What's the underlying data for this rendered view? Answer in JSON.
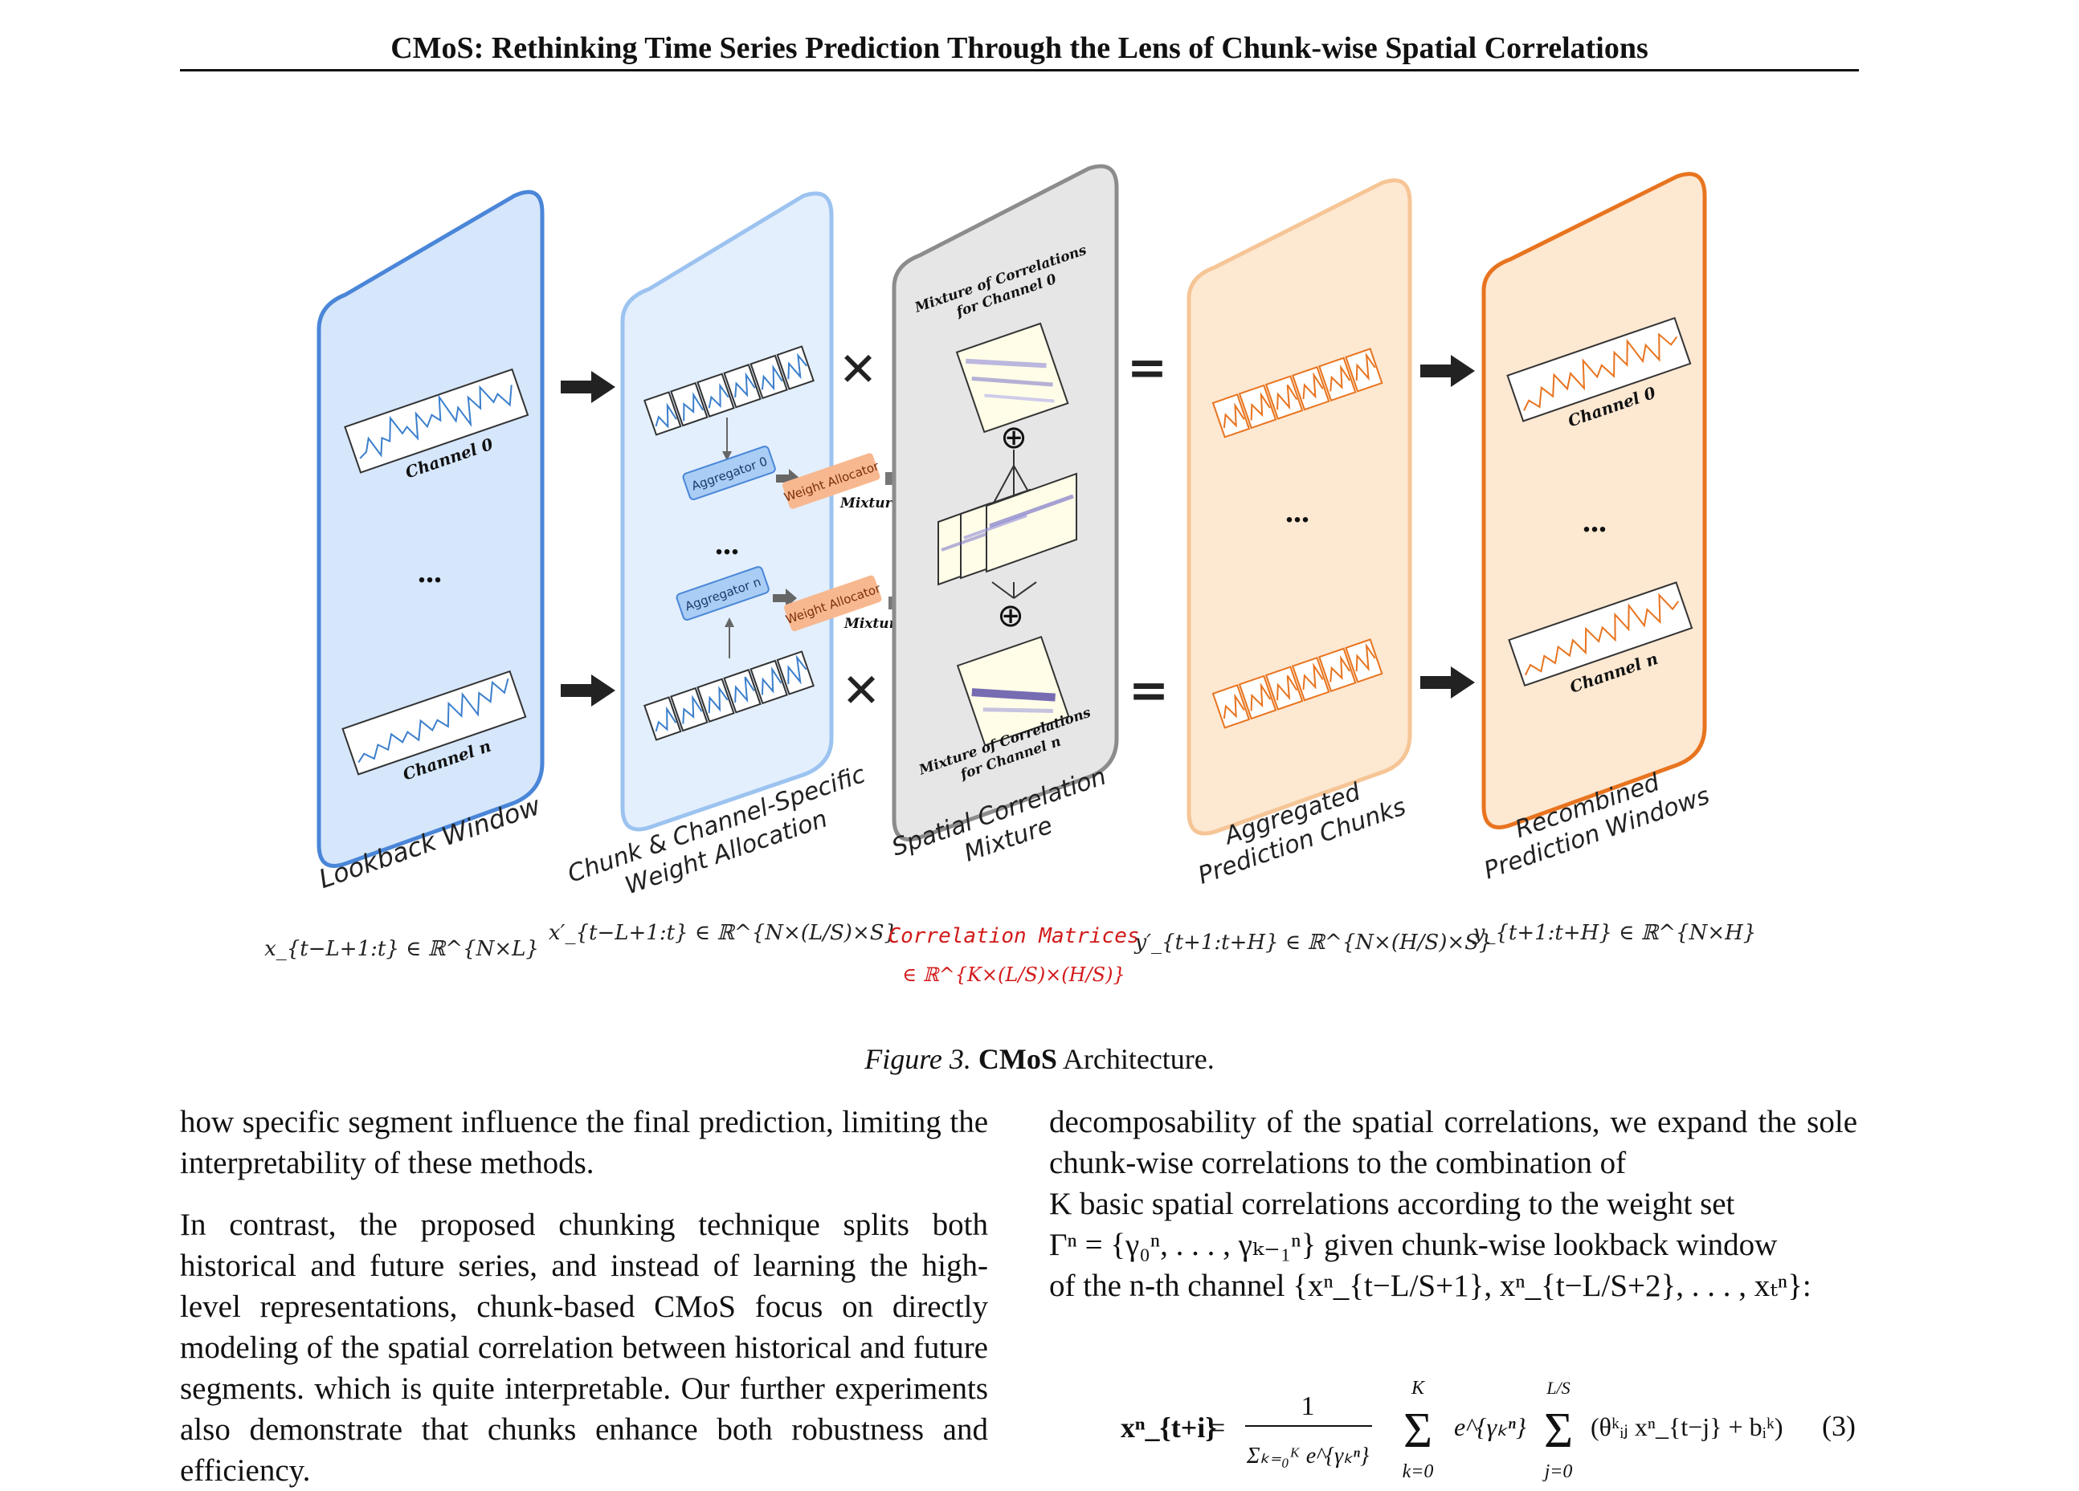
{
  "header": {
    "title": "CMoS: Rethinking Time Series Prediction Through the Lens of Chunk-wise Spatial Correlations"
  },
  "figure": {
    "panels": [
      {
        "label": "Lookback Window",
        "channels": [
          "Channel 0",
          "Channel n"
        ],
        "math": "x_{t−L+1:t} ∈ ℝ^{N×L}"
      },
      {
        "label_line1": "Chunk & Channel-Specific",
        "label_line2": "Weight Allocation",
        "aggregators": [
          "Aggregator 0",
          "Aggregator n"
        ],
        "allocators": [
          "Weight Allocator",
          "Weight Allocator"
        ],
        "math": "x′_{t−L+1:t} ∈ ℝ^{N×(L/S)×S}"
      },
      {
        "label_line1": "Spatial Correlation",
        "label_line2": "Mixture",
        "top_line1": "Mixture of Correlations",
        "top_line2": "for Channel 0",
        "bottom_line1": "Mixture of Correlations",
        "bottom_line2": "for Channel n",
        "math_title": "Correlation Matrices",
        "math": "∈ ℝ^{K×(L/S)×(H/S)}"
      },
      {
        "label_line1": "Aggregated",
        "label_line2": "Prediction Chunks",
        "math": "y′_{t+1:t+H} ∈ ℝ^{N×(H/S)×S}"
      },
      {
        "label_line1": "Recombined",
        "label_line2": "Prediction Windows",
        "channels": [
          "Channel 0",
          "Channel n"
        ],
        "math": "y_{t+1:t+H} ∈ ℝ^{N×H}"
      }
    ],
    "mixture_weights": [
      "Mixture Weights",
      "Mixture Weights"
    ],
    "ellipsis": "...",
    "multiply": "✕",
    "equals": "=",
    "oplus": "⊕",
    "colors": {
      "blue_fill": "#d6e6fb",
      "blue_stroke": "#4a86d8",
      "light_blue_fill": "#e3effd",
      "light_blue_stroke": "#9cc3f0",
      "gray_fill": "#e6e6e6",
      "gray_stroke": "#8c8c8c",
      "orange_fill": "#fde8d2",
      "orange_light_stroke": "#f6c596",
      "orange_stroke": "#e8741f",
      "red_text": "#d21a1a",
      "wave_blue": "#3b7fcc",
      "wave_orange": "#e8741f"
    }
  },
  "caption": {
    "label": "Figure 3.",
    "name": "CMoS",
    "rest": "Architecture."
  },
  "left_col": {
    "p1": "how specific segment influence the final prediction, limiting the interpretability of these methods.",
    "p2": "In contrast, the proposed chunking technique splits both historical and future series, and instead of learning the high-level representations, chunk-based CMoS focus on directly modeling of the spatial correlation between historical and future segments. which is quite interpretable. Our further experiments also demonstrate that chunks enhance both robustness and efficiency."
  },
  "right_col": {
    "l1": "decomposability of the spatial correlations, we expand the sole chunk-wise correlations to the combination of",
    "l2": "K basic spatial correlations according to the weight set",
    "l3": "Γⁿ = {γ₀ⁿ, . . . , γₖ₋₁ⁿ} given chunk-wise lookback window",
    "l4": "of the n-th channel {xⁿ_{t−L/S+1}, xⁿ_{t−L/S+2}, . . . , xₜⁿ}:"
  },
  "equation": {
    "lhs": "xⁿ_{t+i}",
    "num": "1",
    "den": "Σₖ₌₀ᴷ e^{γₖⁿ}",
    "sum1_top": "K",
    "sum1_bot": "k=0",
    "term": "e^{γₖⁿ}",
    "sum2_top": "L/S",
    "sum2_bot": "j=0",
    "body": "(θᵏᵢⱼ xⁿ_{t−j} + bᵢᵏ)",
    "number": "(3)"
  }
}
